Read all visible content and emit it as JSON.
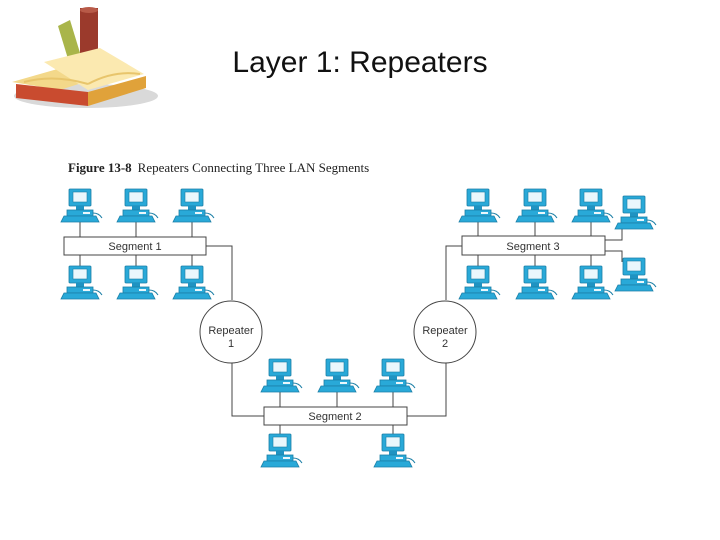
{
  "slide": {
    "title": "Layer 1: Repeaters"
  },
  "figure": {
    "label": "Figure 13-8",
    "caption": "Repeaters Connecting Three LAN Segments"
  },
  "segments": [
    {
      "label": "Segment 1"
    },
    {
      "label": "Segment 2"
    },
    {
      "label": "Segment 3"
    }
  ],
  "repeaters": [
    {
      "line1": "Repeater",
      "line2": "1"
    },
    {
      "line1": "Repeater",
      "line2": "2"
    }
  ],
  "colors": {
    "computer": "#29a9d8",
    "segment_fill": "#ffffff",
    "line": "#444444"
  },
  "icons": {
    "logo": "book-stack-icon",
    "computer": "computer-icon"
  }
}
